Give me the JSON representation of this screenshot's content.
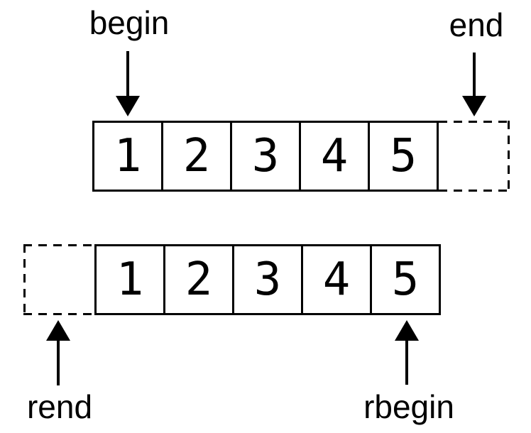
{
  "labels": {
    "begin": "begin",
    "end": "end",
    "rend": "rend",
    "rbegin": "rbegin"
  },
  "top_row": {
    "cells": [
      "1",
      "2",
      "3",
      "4",
      "5"
    ],
    "dashed_slot": "after-last"
  },
  "bottom_row": {
    "cells": [
      "1",
      "2",
      "3",
      "4",
      "5"
    ],
    "dashed_slot": "before-first"
  },
  "colors": {
    "ink": "#000000",
    "background": "#ffffff"
  }
}
